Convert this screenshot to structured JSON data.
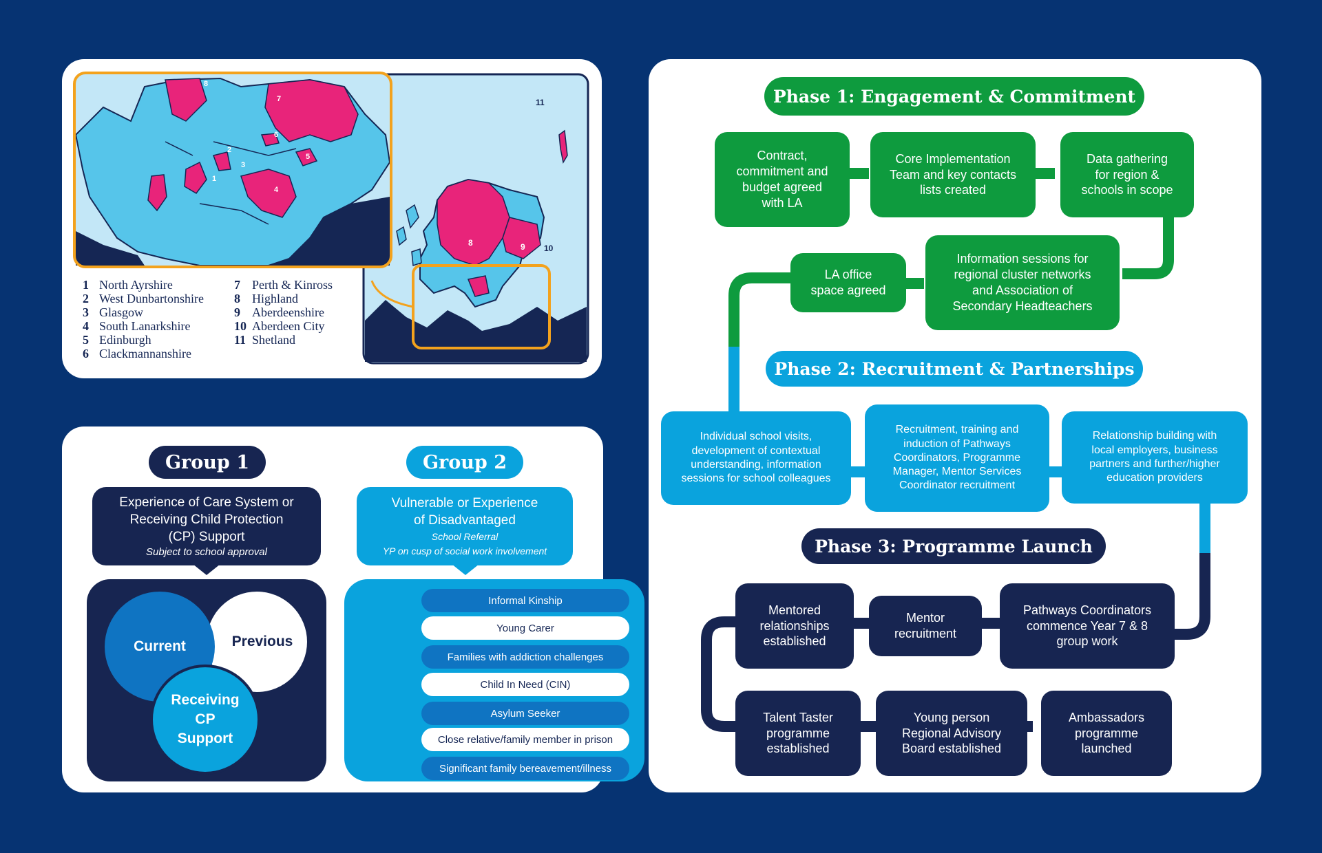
{
  "map": {
    "labels": [
      "1",
      "2",
      "3",
      "4",
      "5",
      "6",
      "7",
      "8",
      "9",
      "10",
      "11"
    ],
    "legend_left": [
      {
        "n": "1",
        "name": "North Ayrshire"
      },
      {
        "n": "2",
        "name": "West Dunbartonshire"
      },
      {
        "n": "3",
        "name": "Glasgow"
      },
      {
        "n": "4",
        "name": "South Lanarkshire"
      },
      {
        "n": "5",
        "name": "Edinburgh"
      },
      {
        "n": "6",
        "name": "Clackmannanshire"
      }
    ],
    "legend_right": [
      {
        "n": "7",
        "name": "Perth & Kinross"
      },
      {
        "n": "8",
        "name": "Highland"
      },
      {
        "n": "9",
        "name": "Aberdeenshire"
      },
      {
        "n": "10",
        "name": "Aberdeen City"
      },
      {
        "n": "11",
        "name": "Shetland"
      }
    ],
    "colors": {
      "highlight": "#e8247a",
      "land": "#56c5ea",
      "sea": "#c3e7f7",
      "outline": "#152654",
      "frame": "#f3a21d"
    }
  },
  "groups": {
    "group1": {
      "title": "Group 1",
      "heading": [
        "Experience of Care System or",
        "Receiving Child Protection",
        "(CP) Support"
      ],
      "sub": "Subject to school approval",
      "venn": {
        "current": "Current",
        "previous": "Previous",
        "receiving": [
          "Receiving",
          "CP",
          "Support"
        ]
      }
    },
    "group2": {
      "title": "Group 2",
      "heading": [
        "Vulnerable or Experience",
        "of Disadvantaged"
      ],
      "sub1": "School Referral",
      "sub2": "YP on cusp of social work involvement",
      "items": [
        "Informal Kinship",
        "Young Carer",
        "Families with addiction challenges",
        "Child In Need (CIN)",
        "Asylum Seeker",
        "Close relative/family member in prison",
        "Significant family bereavement/illness"
      ]
    }
  },
  "flow": {
    "phase1": {
      "title": "Phase 1: Engagement & Commitment",
      "steps": [
        [
          "Contract,",
          "commitment and",
          "budget agreed",
          "with LA"
        ],
        [
          "Core Implementation",
          "Team and key contacts",
          "lists created"
        ],
        [
          "Data gathering",
          "for region &",
          "schools in scope"
        ],
        [
          "Information sessions for",
          "regional cluster networks",
          "and Association of",
          "Secondary Headteachers"
        ],
        [
          "LA office",
          "space agreed"
        ]
      ]
    },
    "phase2": {
      "title": "Phase 2: Recruitment & Partnerships",
      "steps": [
        [
          "Individual school visits,",
          "development of contextual",
          "understanding, information",
          "sessions for school colleagues"
        ],
        [
          "Recruitment, training and",
          "induction of Pathways",
          "Coordinators, Programme",
          "Manager, Mentor Services",
          "Coordinator recruitment"
        ],
        [
          "Relationship building with",
          "local employers, business",
          "partners and further/higher",
          "education providers"
        ]
      ]
    },
    "phase3": {
      "title": "Phase 3: Programme Launch",
      "steps": [
        [
          "Pathways Coordinators",
          "commence Year 7 & 8",
          "group work"
        ],
        [
          "Mentor",
          "recruitment"
        ],
        [
          "Mentored",
          "relationships",
          "established"
        ],
        [
          "Talent Taster",
          "programme",
          "established"
        ],
        [
          "Young person",
          "Regional Advisory",
          "Board established"
        ],
        [
          "Ambassadors",
          "programme",
          "launched"
        ]
      ]
    },
    "colors": {
      "phase1": "#0e9b3e",
      "phase2": "#0aa3dd",
      "phase3": "#172551"
    }
  }
}
